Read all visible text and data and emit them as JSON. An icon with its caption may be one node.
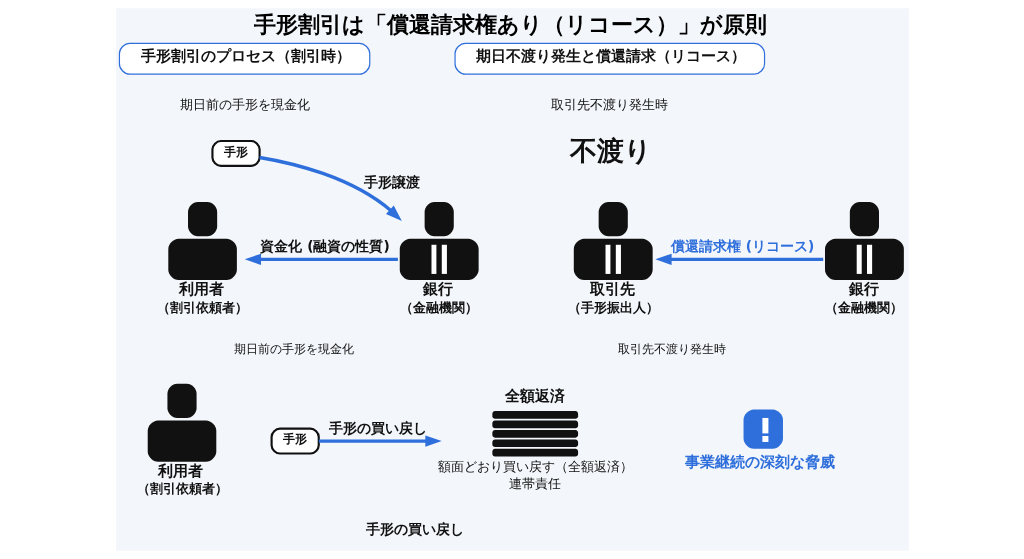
{
  "diagram": {
    "title": "手形割引は「償還請求権あり（リコース）」が原則",
    "nodes": [
      {
        "text": [
          "手形割引のプロセス（割引時）"
        ]
      },
      {
        "text": [
          "期日不渡り発生と償還請求（リコース）"
        ]
      },
      {
        "text": [
          "利用者",
          "（割引依頼者）"
        ]
      },
      {
        "text": [
          "手形"
        ]
      },
      {
        "text": [
          "銀行",
          "（金融機関）"
        ]
      },
      {
        "text": [
          "取引先",
          "（手形振出人）"
        ]
      },
      {
        "text": [
          "銀行",
          "（金融機関）"
        ]
      },
      {
        "text": [
          "利用者",
          "（割引依頼者）"
        ]
      },
      {
        "text": [
          "手形"
        ]
      },
      {
        "text": [
          "全額返済"
        ],
        "beside": [
          "額面どおり買い戻す（全額返済）",
          "連帯責任"
        ]
      }
    ],
    "edges": [
      {
        "from": 3,
        "to": 4,
        "arrow": "to",
        "label": "手形譲渡"
      },
      {
        "from": 4,
        "to": 2,
        "arrow": "to",
        "label": "資金化 (融資の性質)"
      },
      {
        "from": 6,
        "to": 5,
        "arrow": "to",
        "label": "償還請求権 (リコース)"
      },
      {
        "from": 8,
        "to": 9,
        "arrow": "to",
        "label": "手形の買い戻し"
      }
    ],
    "labels": [
      "期日前の手形を現金化",
      "取引先不渡り発生時",
      "不渡り",
      "期日前の手形を現金化",
      "取引先不渡り発生時",
      "手形の買い戻し",
      "事業継続の深刻な脅威"
    ]
  }
}
